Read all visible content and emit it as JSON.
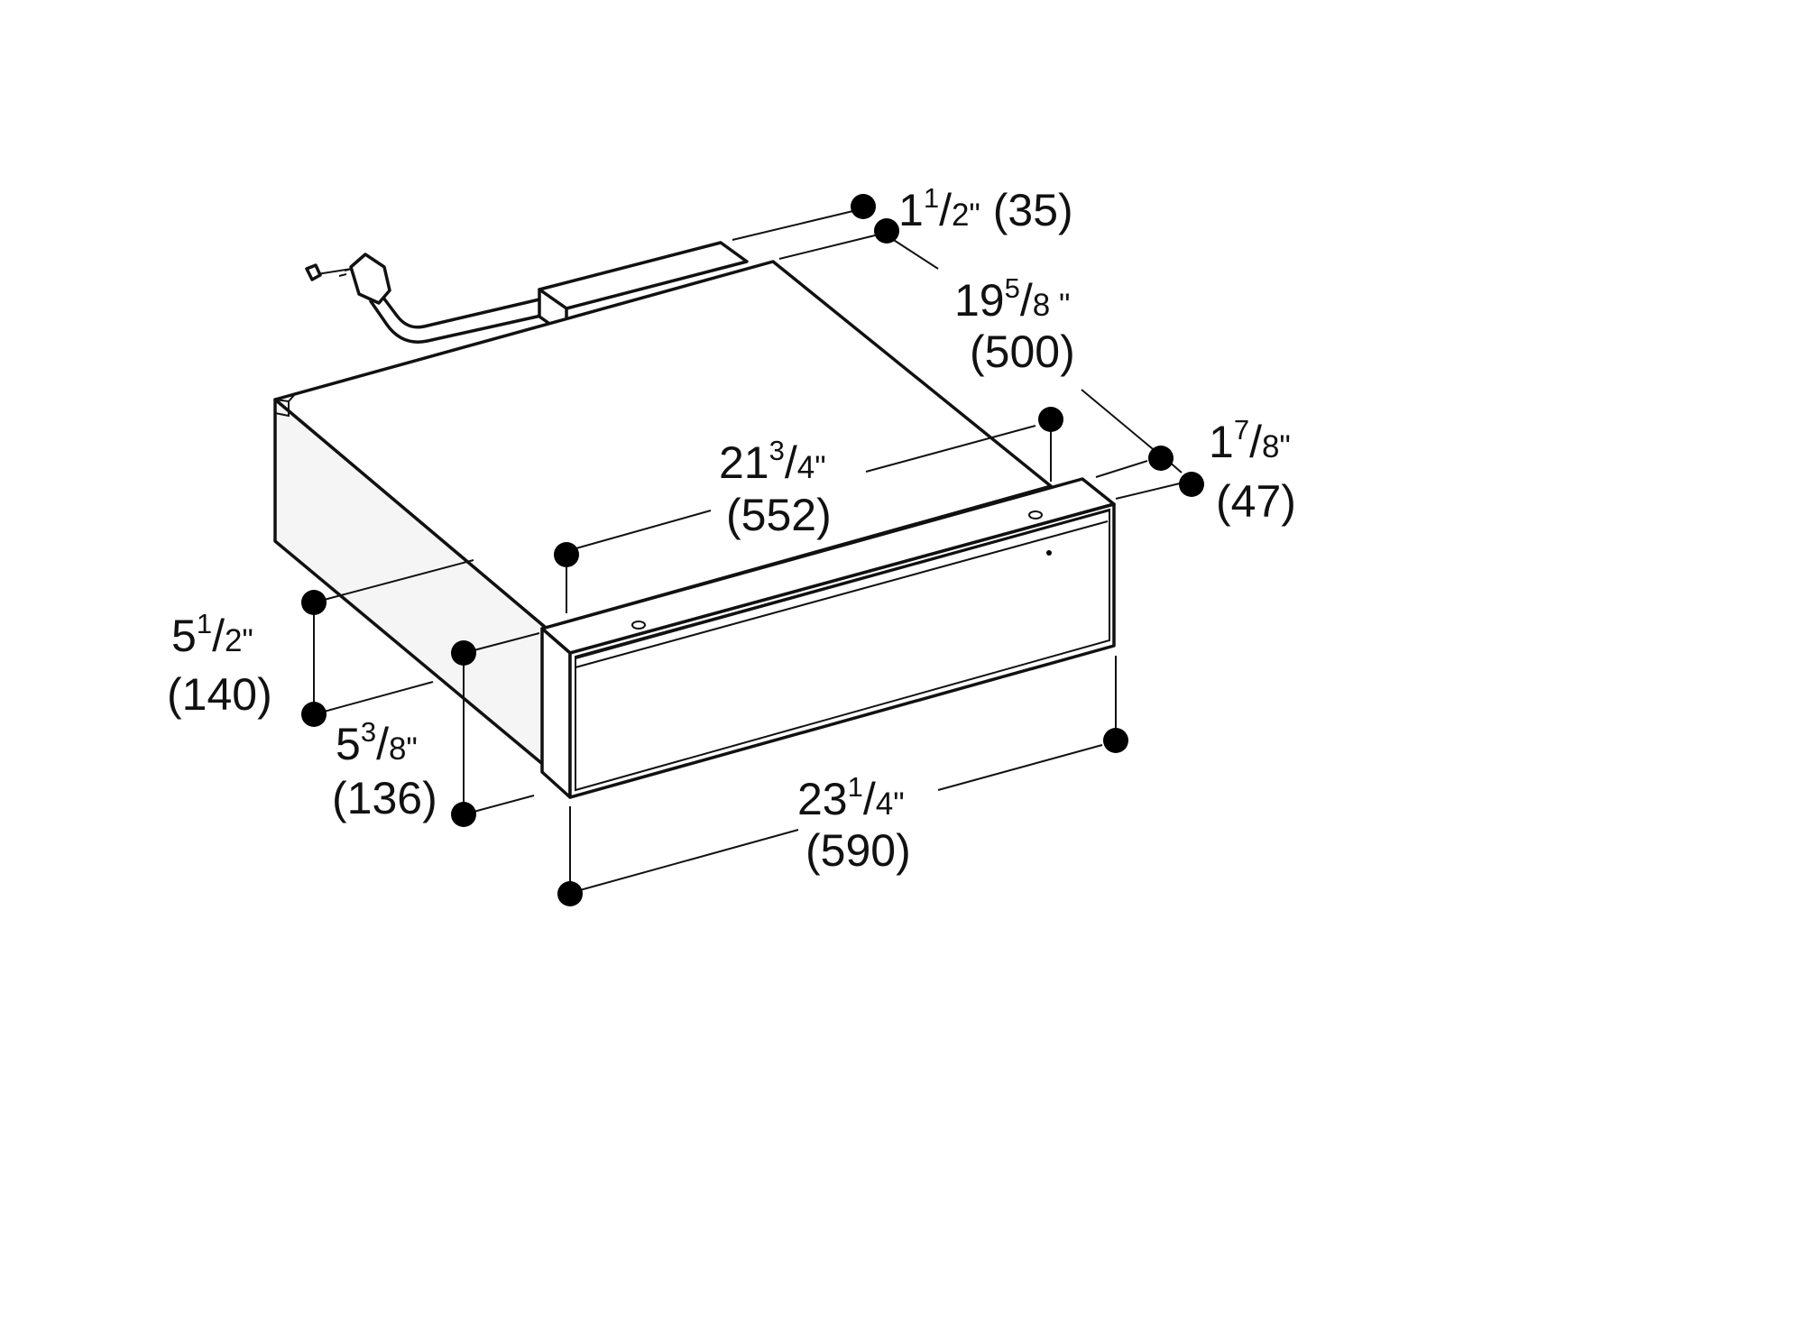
{
  "dimensions": [
    {
      "id": "cord-offset",
      "whole": "1",
      "num": "1",
      "den": "2\"",
      "metric": "(35)"
    },
    {
      "id": "depth",
      "whole": "19",
      "num": "5",
      "den": "8 \"",
      "metric": "(500)"
    },
    {
      "id": "inner-width",
      "whole": "21",
      "num": "3",
      "den": "4\"",
      "metric": "(552)"
    },
    {
      "id": "front-thickness",
      "whole": "1",
      "num": "7",
      "den": "8\"",
      "metric": "(47)"
    },
    {
      "id": "body-height",
      "whole": "5",
      "num": "1",
      "den": "2\"",
      "metric": "(140)"
    },
    {
      "id": "front-height",
      "whole": "5",
      "num": "3",
      "den": "8\"",
      "metric": "(136)"
    },
    {
      "id": "overall-width",
      "whole": "23",
      "num": "1",
      "den": "4\"",
      "metric": "(590)"
    }
  ],
  "colors": {
    "line": "#111111",
    "dot": "#000000",
    "background": "#ffffff"
  }
}
